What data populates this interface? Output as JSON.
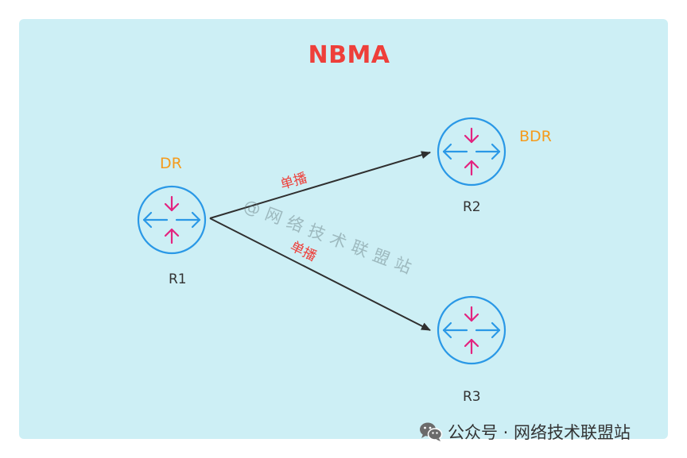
{
  "title": "NBMA",
  "colors": {
    "background": "#cdeff5",
    "title": "#ee3f3a",
    "role": "#f59b1c",
    "link_label": "#ee3f3a",
    "router_ring": "#2a98e6",
    "router_out_arrows": "#2a98e6",
    "router_in_arrows": "#e3237f",
    "link_line": "#2f2f2f"
  },
  "routers": [
    {
      "name": "R1",
      "role": "DR",
      "icon": "router-icon"
    },
    {
      "name": "R2",
      "role": "BDR",
      "icon": "router-icon"
    },
    {
      "name": "R3",
      "role": "",
      "icon": "router-icon"
    }
  ],
  "links": [
    {
      "from": "R1",
      "to": "R2",
      "label": "单播"
    },
    {
      "from": "R1",
      "to": "R3",
      "label": "单播"
    }
  ],
  "watermark": "@网络技术联盟站",
  "footer": {
    "icon": "wechat-icon",
    "text": "公众号 · 网络技术联盟站"
  }
}
